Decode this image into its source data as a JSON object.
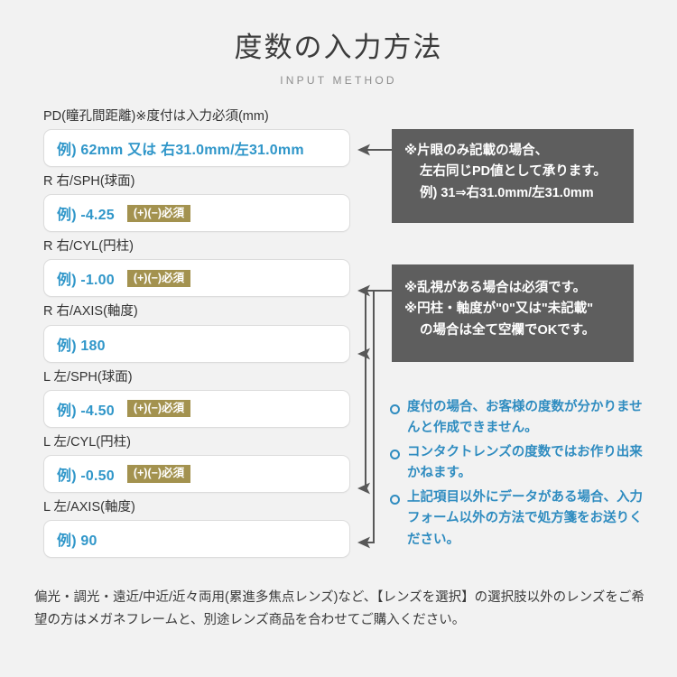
{
  "header": {
    "title": "度数の入力方法",
    "subtitle": "INPUT METHOD"
  },
  "colors": {
    "background": "#f2f2f2",
    "placeholder_blue": "#2f96c9",
    "badge_khaki": "#a3924f",
    "callout_gray": "#5e5e5e",
    "note_blue": "#2f8cc0",
    "field_border": "#dcdcdc"
  },
  "form": {
    "fields": [
      {
        "id": "pd",
        "label": "PD(瞳孔間距離)※度付は入力必須(mm)",
        "placeholder": "例) 62mm 又は 右31.0mm/左31.0mm",
        "badge": null
      },
      {
        "id": "r-sph",
        "label": "R 右/SPH(球面)",
        "placeholder": "例) -4.25",
        "badge": "(+)(−)必須"
      },
      {
        "id": "r-cyl",
        "label": "R 右/CYL(円柱)",
        "placeholder": "例) -1.00",
        "badge": "(+)(−)必須"
      },
      {
        "id": "r-axis",
        "label": "R 右/AXIS(軸度)",
        "placeholder": "例) 180",
        "badge": null
      },
      {
        "id": "l-sph",
        "label": "L 左/SPH(球面)",
        "placeholder": "例) -4.50",
        "badge": "(+)(−)必須"
      },
      {
        "id": "l-cyl",
        "label": "L 左/CYL(円柱)",
        "placeholder": "例) -0.50",
        "badge": "(+)(−)必須"
      },
      {
        "id": "l-axis",
        "label": "L 左/AXIS(軸度)",
        "placeholder": "例) 90",
        "badge": null
      }
    ]
  },
  "callouts": [
    {
      "id": "pd-callout",
      "lines": [
        "※片眼のみ記載の場合、",
        "左右同じPD値として承ります。",
        "例) 31⇒右31.0mm/左31.0mm"
      ]
    },
    {
      "id": "astigmatism-callout",
      "lines": [
        "※乱視がある場合は必須です。",
        "※円柱・軸度が\"0\"又は\"未記載\"",
        "の場合は全て空欄でOKです。"
      ]
    }
  ],
  "notes": [
    "度付の場合、お客様の度数が分かりませんと作成できません。",
    "コンタクトレンズの度数ではお作り出来かねます。",
    "上記項目以外にデータがある場合、入力フォーム以外の方法で処方箋をお送りください。"
  ],
  "footer": {
    "text": "偏光・調光・遠近/中近/近々両用(累進多焦点レンズ)など、【レンズを選択】の選択肢以外のレンズをご希望の方はメガネフレームと、別途レンズ商品を合わせてご購入ください。"
  }
}
